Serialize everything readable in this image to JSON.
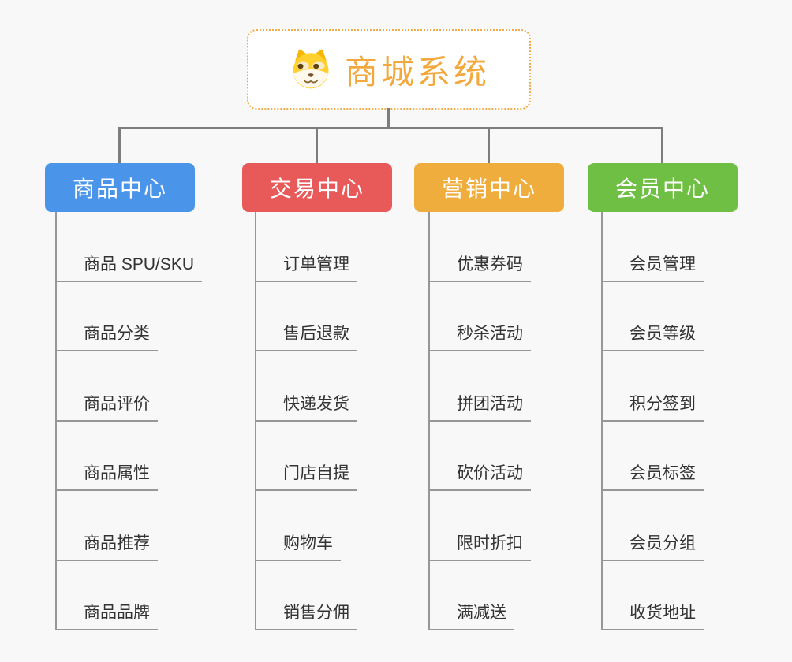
{
  "root": {
    "title": "商城系统",
    "icon": "dog-face-icon"
  },
  "branches": [
    {
      "label": "商品中心",
      "color": "#4a94e9",
      "items": [
        "商品 SPU/SKU",
        "商品分类",
        "商品评价",
        "商品属性",
        "商品推荐",
        "商品品牌"
      ]
    },
    {
      "label": "交易中心",
      "color": "#e85a5a",
      "items": [
        "订单管理",
        "售后退款",
        "快递发货",
        "门店自提",
        "购物车",
        "销售分佣"
      ]
    },
    {
      "label": "营销中心",
      "color": "#efad3d",
      "items": [
        "优惠券码",
        "秒杀活动",
        "拼团活动",
        "砍价活动",
        "限时折扣",
        "满减送"
      ]
    },
    {
      "label": "会员中心",
      "color": "#6fbf44",
      "items": [
        "会员管理",
        "会员等级",
        "积分签到",
        "会员标签",
        "会员分组",
        "收货地址"
      ]
    }
  ],
  "colors": {
    "background": "#f8f8f8",
    "root_border": "#f3ab4a",
    "root_title": "#f2a83c",
    "connector": "#7d7d7d",
    "leaf_line": "#979797",
    "leaf_text": "#333333"
  }
}
